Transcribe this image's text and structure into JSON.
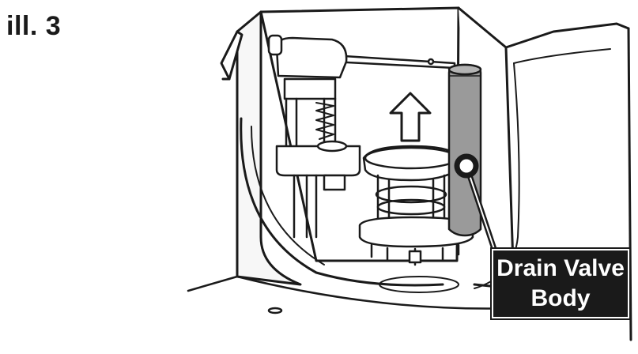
{
  "figure": {
    "label": "ill. 3"
  },
  "callout": {
    "line1": "Drain Valve",
    "line2": "Body"
  },
  "colors": {
    "ink": "#1a1a1a",
    "highlight_part": "#9a9a9a",
    "tank_shade": "#f2f2f2",
    "white": "#ffffff"
  },
  "icons": [
    "up-arrow-icon",
    "callout-marker"
  ]
}
